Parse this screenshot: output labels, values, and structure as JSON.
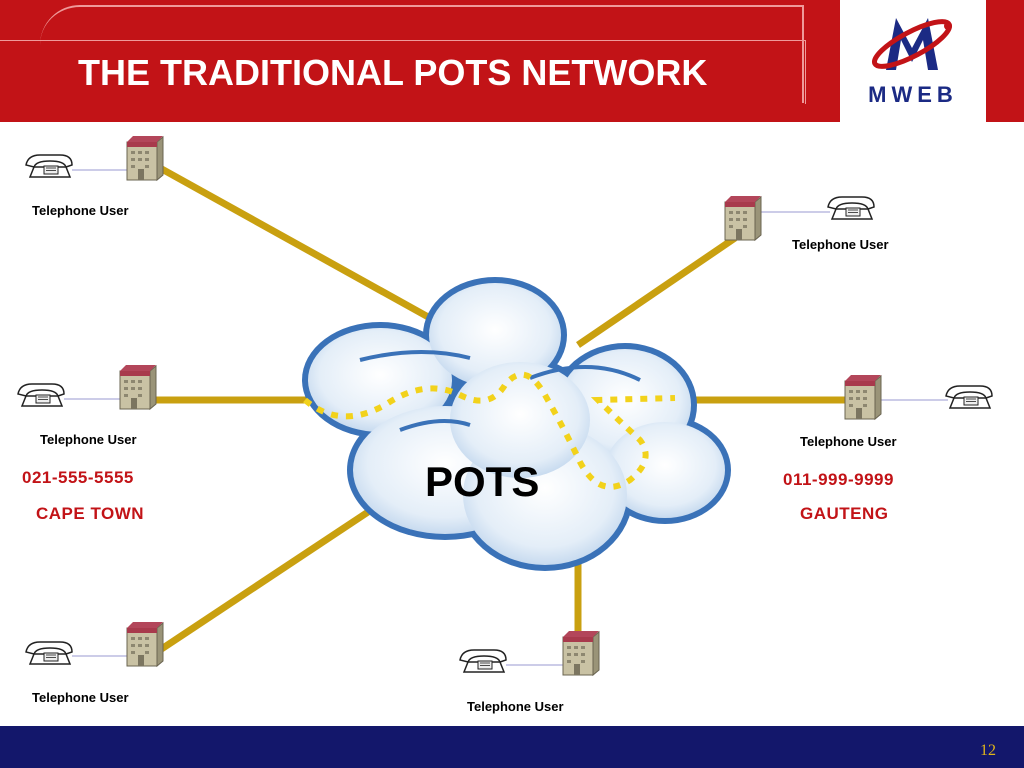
{
  "header": {
    "title": "THE TRADITIONAL POTS NETWORK",
    "logo_text": "MWEB",
    "logo_icon": "mweb-logo-icon"
  },
  "cloud": {
    "label": "POTS"
  },
  "nodes": [
    {
      "label": "Telephone User"
    },
    {
      "label": "Telephone User"
    },
    {
      "label": "Telephone User"
    },
    {
      "label": "Telephone User"
    },
    {
      "label": "Telephone User"
    },
    {
      "label": "Telephone User"
    }
  ],
  "left_user": {
    "number": "021-555-5555",
    "city": "CAPE TOWN"
  },
  "right_user": {
    "number": "011-999-9999",
    "city": "GAUTENG"
  },
  "footer": {
    "page_number": "12"
  },
  "colors": {
    "header_red": "#c21317",
    "footer_blue": "#13176b",
    "link_gold": "#c9a010",
    "dotted_path": "#f2d21b",
    "cloud_border": "#3a72b8"
  }
}
